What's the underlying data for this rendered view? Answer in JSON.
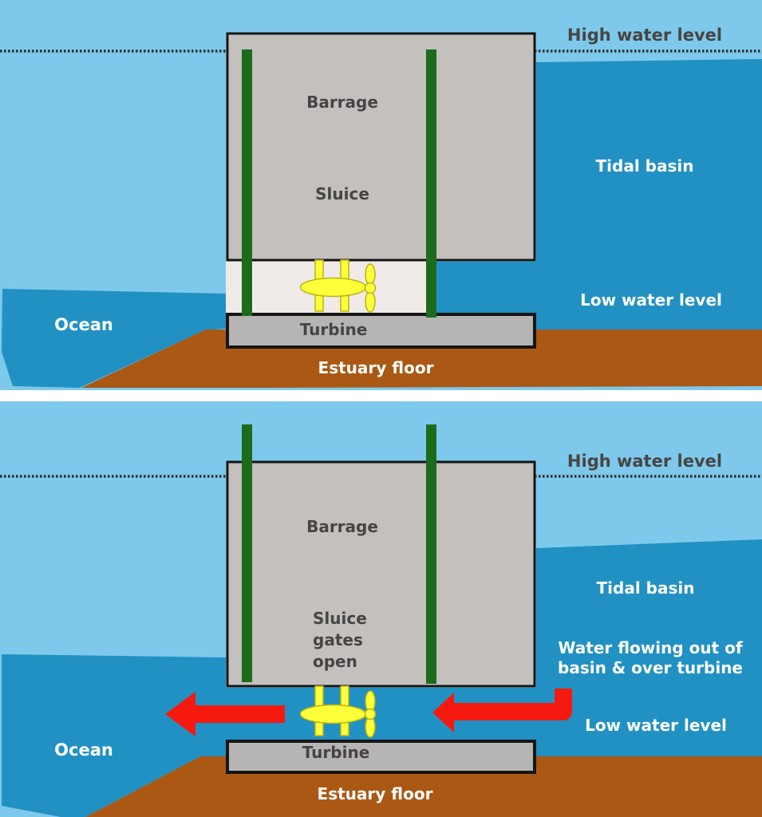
{
  "colors": {
    "sky": "#7ec9eb",
    "sea": "#2191c3",
    "estuary_floor_brown": "#aa5814",
    "barrage_gray": "#c3c0be",
    "turbine_base_gray": "#b7b5b3",
    "sluice_chamber": "#f0ebe8",
    "gate_green": "#1c6b1c",
    "turbine_yellow": "#ffff3a",
    "arrow_red": "#f6190f",
    "label_dark": "#474543",
    "label_light": "#ffffff"
  },
  "panel_high_tide": {
    "high_water_level": "High water level",
    "tidal_basin": "Tidal basin",
    "barrage": "Barrage",
    "sluice": "Sluice",
    "ocean": "Ocean",
    "low_water_level": "Low water level",
    "turbine": "Turbine",
    "estuary_floor": "Estuary floor"
  },
  "panel_low_tide": {
    "high_water_level": "High water level",
    "tidal_basin": "Tidal basin",
    "barrage": "Barrage",
    "sluice_gates_line1": "Sluice",
    "sluice_gates_line2": "gates",
    "sluice_gates_line3": "open",
    "water_flow_line1": "Water flowing out of",
    "water_flow_line2": "basin & over turbine",
    "ocean": "Ocean",
    "low_water_level": "Low water level",
    "turbine": "Turbine",
    "estuary_floor": "Estuary floor"
  }
}
